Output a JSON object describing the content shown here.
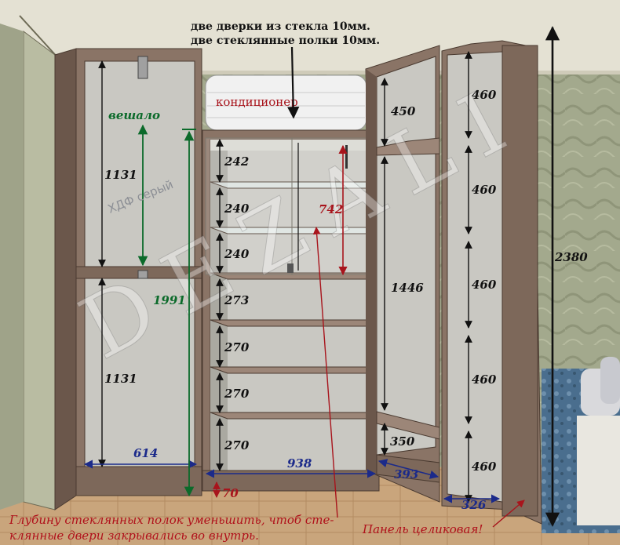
{
  "notes": {
    "glass_line1": "две дверки из стекла 10мм.",
    "glass_line2": "две стеклянные полки 10мм.",
    "ac": "кондиционер",
    "hanger": "вешало",
    "material": "ХДФ серый",
    "watermark": "DEZALI",
    "bottom_line1": "Глубину стеклянных полок уменьшить, чтоб сте-",
    "bottom_line2": "клянные двери закрывались во внутрь.",
    "panel": "Панель целиковая!"
  },
  "dims": {
    "left_top": "1131",
    "left_bottom": "1131",
    "left_width": "614",
    "left_height": "1991",
    "mid_s1": "242",
    "mid_s2": "240",
    "mid_s3": "240",
    "mid_s4": "273",
    "mid_s5": "270",
    "mid_s6": "270",
    "mid_s7": "270",
    "mid_glass": "742",
    "mid_width": "938",
    "mid_plinth": "70",
    "corner_top": "450",
    "corner_mid": "1446",
    "corner_bottom": "350",
    "corner_width": "393",
    "right_s1": "460",
    "right_s2": "460",
    "right_s3": "460",
    "right_s4": "460",
    "right_s5": "460",
    "right_width": "326",
    "total_height": "2380"
  },
  "colors": {
    "wood": "#8a7466",
    "wood_dark": "#6b574b",
    "back": "#c9c8c2",
    "floor": "#c9a57c",
    "dim_blue": "#1b2a8a",
    "dim_green": "#0b6a2a",
    "dim_red": "#a8141c"
  }
}
